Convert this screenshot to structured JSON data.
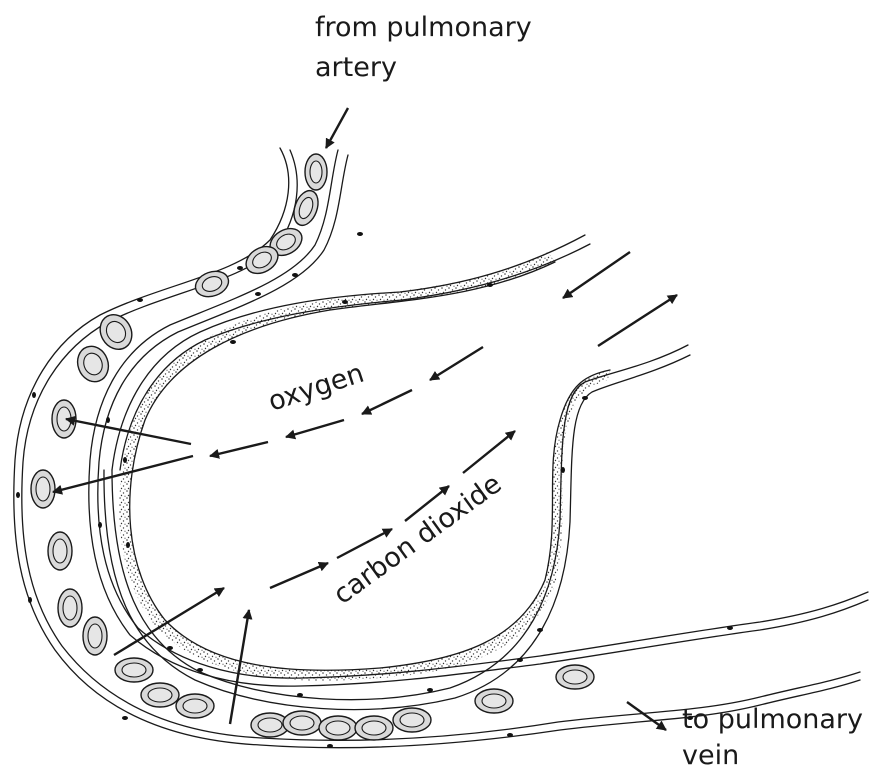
{
  "labels": {
    "from_artery": [
      "from pulmonary",
      "artery"
    ],
    "to_vein": [
      "to pulmonary",
      "vein"
    ],
    "oxygen": "oxygen",
    "carbon_dioxide": "carbon dioxide"
  }
}
